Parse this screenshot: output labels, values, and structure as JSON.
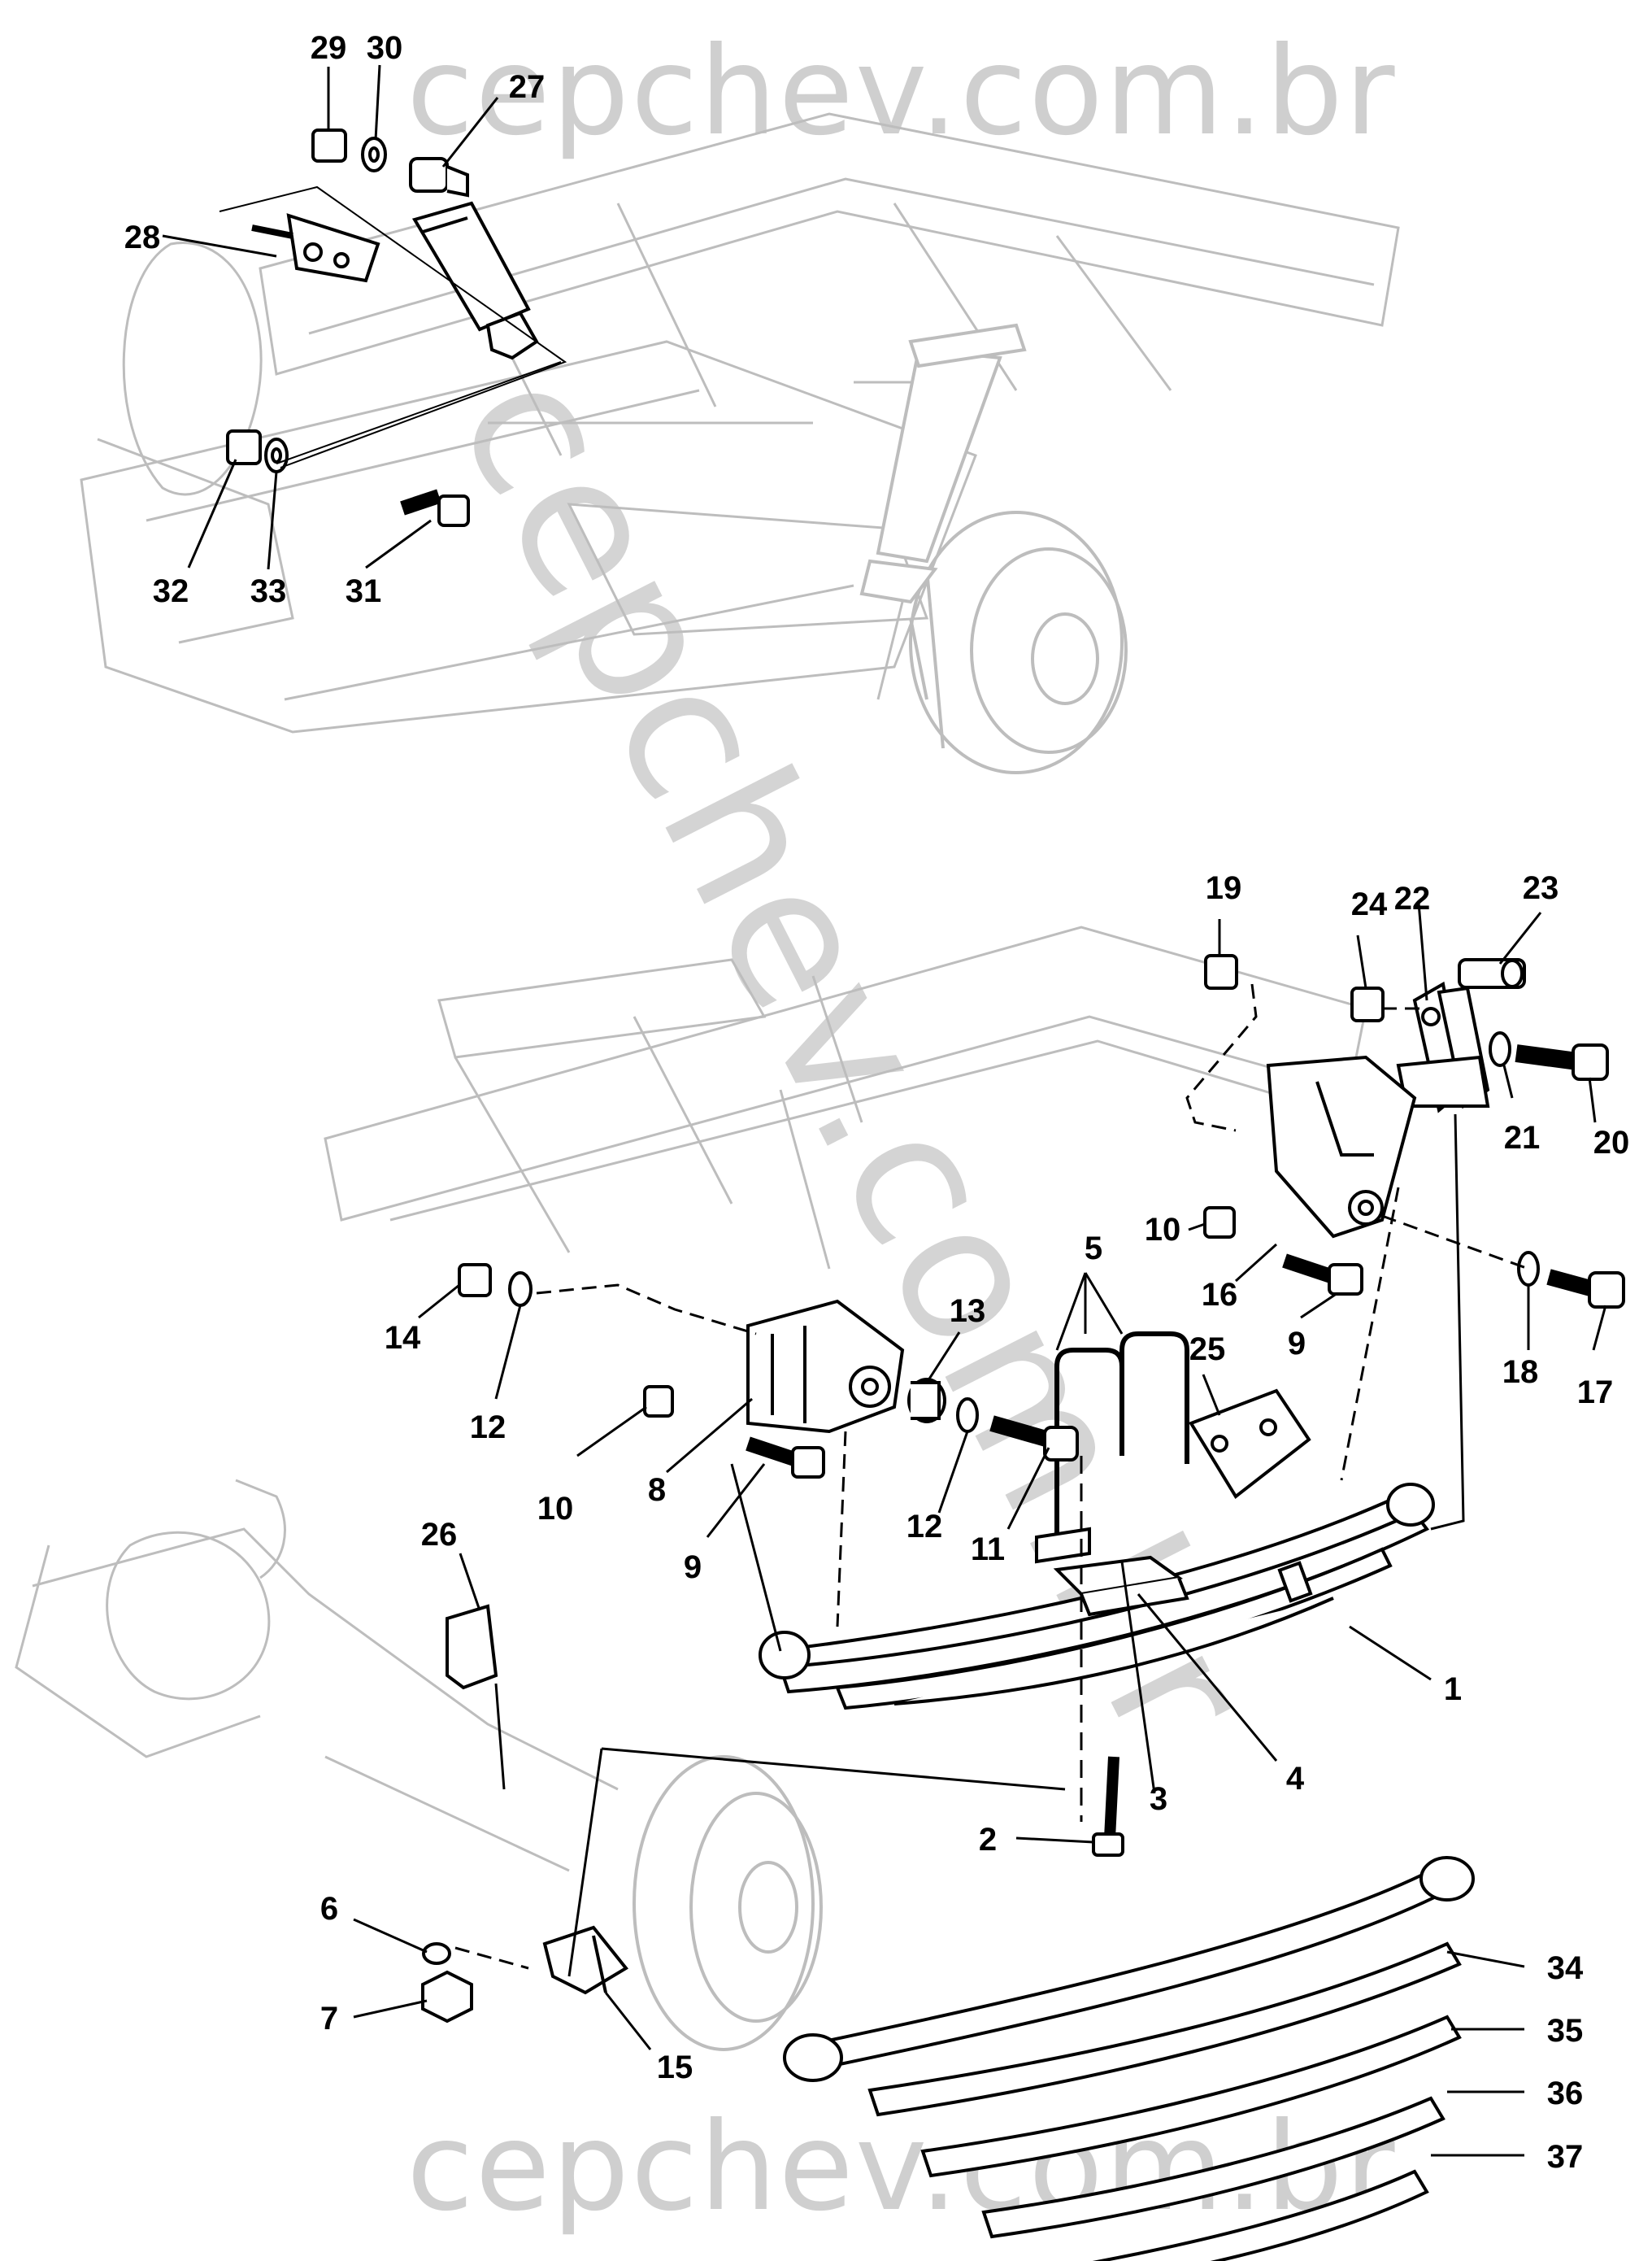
{
  "watermark": {
    "top": "cepchev.com.br",
    "diagonal": "cepchev.com.br",
    "bottom": "cepchev.com.br"
  },
  "parts": [
    {
      "id": "29",
      "label": "29"
    },
    {
      "id": "30",
      "label": "30"
    },
    {
      "id": "27",
      "label": "27"
    },
    {
      "id": "28",
      "label": "28"
    },
    {
      "id": "32",
      "label": "32"
    },
    {
      "id": "33",
      "label": "33"
    },
    {
      "id": "31",
      "label": "31"
    },
    {
      "id": "19",
      "label": "19"
    },
    {
      "id": "24",
      "label": "24"
    },
    {
      "id": "22",
      "label": "22"
    },
    {
      "id": "23",
      "label": "23"
    },
    {
      "id": "21",
      "label": "21"
    },
    {
      "id": "20",
      "label": "20"
    },
    {
      "id": "10a",
      "label": "10"
    },
    {
      "id": "16",
      "label": "16"
    },
    {
      "id": "9a",
      "label": "9"
    },
    {
      "id": "18",
      "label": "18"
    },
    {
      "id": "17",
      "label": "17"
    },
    {
      "id": "5",
      "label": "5"
    },
    {
      "id": "25",
      "label": "25"
    },
    {
      "id": "13",
      "label": "13"
    },
    {
      "id": "14",
      "label": "14"
    },
    {
      "id": "12a",
      "label": "12"
    },
    {
      "id": "10b",
      "label": "10"
    },
    {
      "id": "8",
      "label": "8"
    },
    {
      "id": "9b",
      "label": "9"
    },
    {
      "id": "12b",
      "label": "12"
    },
    {
      "id": "11",
      "label": "11"
    },
    {
      "id": "26",
      "label": "26"
    },
    {
      "id": "1",
      "label": "1"
    },
    {
      "id": "4",
      "label": "4"
    },
    {
      "id": "3",
      "label": "3"
    },
    {
      "id": "2",
      "label": "2"
    },
    {
      "id": "6",
      "label": "6"
    },
    {
      "id": "7",
      "label": "7"
    },
    {
      "id": "15",
      "label": "15"
    },
    {
      "id": "34",
      "label": "34"
    },
    {
      "id": "35",
      "label": "35"
    },
    {
      "id": "36",
      "label": "36"
    },
    {
      "id": "37",
      "label": "37"
    }
  ]
}
